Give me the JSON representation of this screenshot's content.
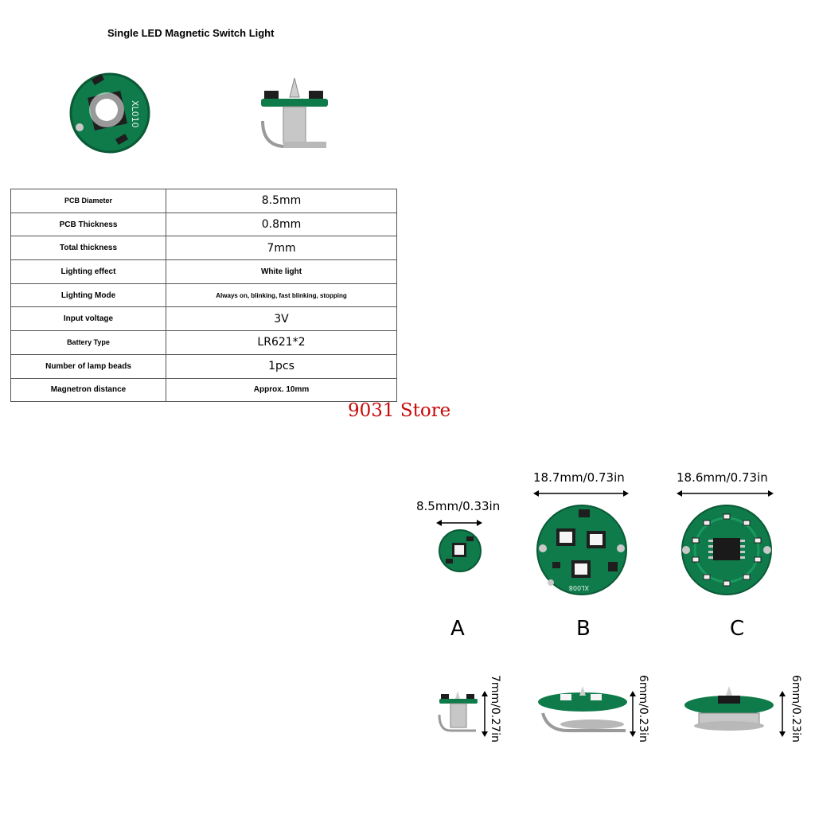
{
  "title": "Single LED Magnetic Switch Light",
  "specs": [
    {
      "label": "PCB Diameter",
      "value": "8.5mm"
    },
    {
      "label": "PCB Thickness",
      "value": "0.8mm"
    },
    {
      "label": "Total thickness",
      "value": "7mm"
    },
    {
      "label": "Lighting effect",
      "value": "White light"
    },
    {
      "label": "Lighting Mode",
      "value": "Always on, blinking, fast blinking, stopping"
    },
    {
      "label": "Input voltage",
      "value": "3V"
    },
    {
      "label": "Battery Type",
      "value": "LR621*2"
    },
    {
      "label": "Number of lamp beads",
      "value": "1pcs"
    },
    {
      "label": "Magnetron distance",
      "value": "Approx. 10mm"
    }
  ],
  "store": "9031 Store",
  "products": {
    "a": {
      "letter": "A",
      "diameter": "8.5mm/0.33in",
      "height": "7mm/0.27in",
      "pcb_marking": "XL010"
    },
    "b": {
      "letter": "B",
      "diameter": "18.7mm/0.73in",
      "height": "6mm/0.23in",
      "pcb_marking": "XL008"
    },
    "c": {
      "letter": "C",
      "diameter": "18.6mm/0.73in",
      "height": "6mm/0.23in"
    }
  },
  "colors": {
    "pcb": "#0f7a4a",
    "pcb_dark": "#0a5a36",
    "led": "#ffffff",
    "metal": "#b8b8b8",
    "store": "#c80a0a"
  }
}
